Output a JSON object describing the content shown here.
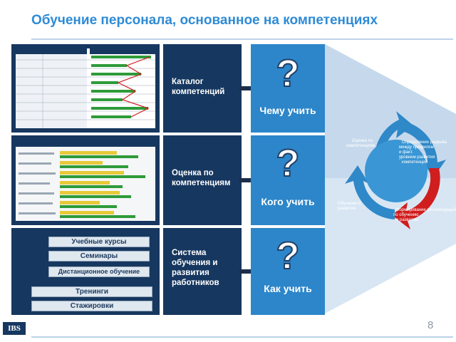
{
  "title": "Обучение персонала, основанное на компетенциях",
  "page_number": "8",
  "logo_text": "IBS",
  "rows": [
    {
      "label": "Каталог компетенций",
      "question_mark": "?",
      "question": "Чему учить"
    },
    {
      "label": "Оценка по компетенциям",
      "question_mark": "?",
      "question": "Кого учить"
    },
    {
      "label": "Система обучения и развития работников",
      "question_mark": "?",
      "question": "Как учить"
    }
  ],
  "training_items": [
    "Учебные курсы",
    "Семинары",
    "Дистанционное обучение",
    "Тренинги",
    "Стажировки"
  ],
  "cycle": {
    "steps": [
      "Оценка по компетенциям",
      "Определение разрыва между профилем и факт. уровнем развития компетенций",
      "Формирование рекомендаций по обучению и развитию",
      "Обучение и развитие"
    ]
  },
  "colors": {
    "title": "#2e8bd6",
    "navy": "#16375f",
    "blue": "#2c86c9",
    "arrow_blue": "#2f88c8",
    "arrow_red": "#d01d1d"
  },
  "icons": [
    "question-mark-icon",
    "cycle-arrow-icon"
  ]
}
